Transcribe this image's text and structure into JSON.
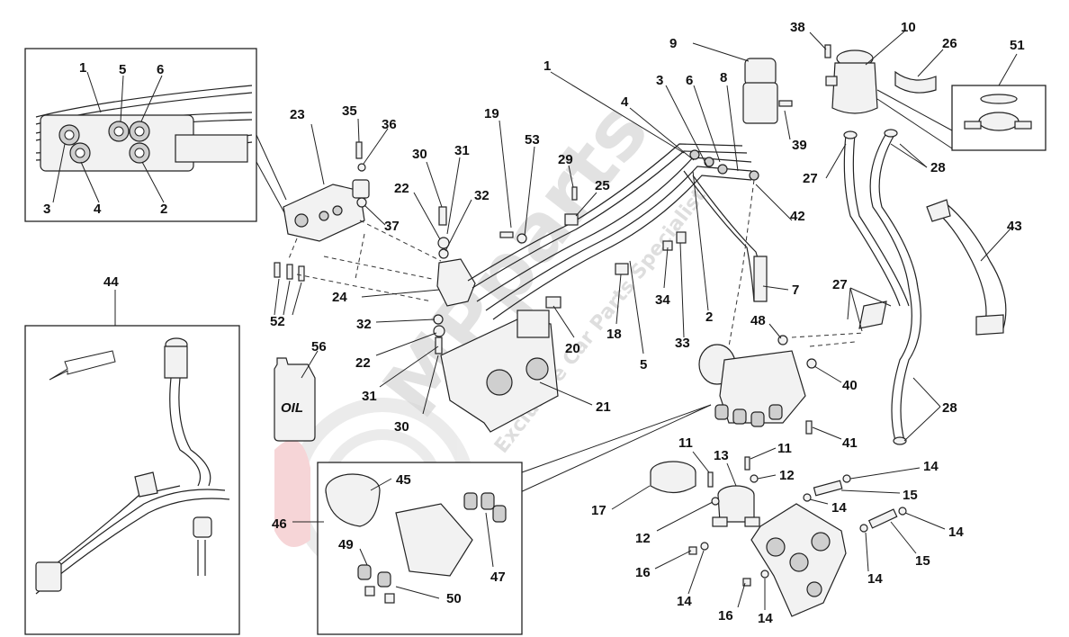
{
  "diagram": {
    "callouts": [
      {
        "id": "c1a",
        "text": "1"
      },
      {
        "id": "c5a",
        "text": "5"
      },
      {
        "id": "c6a",
        "text": "6"
      },
      {
        "id": "c3a",
        "text": "3"
      },
      {
        "id": "c4a",
        "text": "4"
      },
      {
        "id": "c2a",
        "text": "2"
      },
      {
        "id": "c23",
        "text": "23"
      },
      {
        "id": "c35",
        "text": "35"
      },
      {
        "id": "c36",
        "text": "36"
      },
      {
        "id": "c37",
        "text": "37"
      },
      {
        "id": "c30a",
        "text": "30"
      },
      {
        "id": "c31a",
        "text": "31"
      },
      {
        "id": "c22a",
        "text": "22"
      },
      {
        "id": "c32a",
        "text": "32"
      },
      {
        "id": "c19",
        "text": "19"
      },
      {
        "id": "c53",
        "text": "53"
      },
      {
        "id": "c29",
        "text": "29"
      },
      {
        "id": "c25",
        "text": "25"
      },
      {
        "id": "c1b",
        "text": "1"
      },
      {
        "id": "c4b",
        "text": "4"
      },
      {
        "id": "c3b",
        "text": "3"
      },
      {
        "id": "c6b",
        "text": "6"
      },
      {
        "id": "c8",
        "text": "8"
      },
      {
        "id": "c9",
        "text": "9"
      },
      {
        "id": "c38",
        "text": "38"
      },
      {
        "id": "c10",
        "text": "10"
      },
      {
        "id": "c26",
        "text": "26"
      },
      {
        "id": "c51",
        "text": "51"
      },
      {
        "id": "c39",
        "text": "39"
      },
      {
        "id": "c42",
        "text": "42"
      },
      {
        "id": "c27a",
        "text": "27"
      },
      {
        "id": "c28a",
        "text": "28"
      },
      {
        "id": "c43",
        "text": "43"
      },
      {
        "id": "c7",
        "text": "7"
      },
      {
        "id": "c24",
        "text": "24"
      },
      {
        "id": "c52",
        "text": "52"
      },
      {
        "id": "c32b",
        "text": "32"
      },
      {
        "id": "c22b",
        "text": "22"
      },
      {
        "id": "c31b",
        "text": "31"
      },
      {
        "id": "c30b",
        "text": "30"
      },
      {
        "id": "c56",
        "text": "56"
      },
      {
        "id": "c44",
        "text": "44"
      },
      {
        "id": "c34",
        "text": "34"
      },
      {
        "id": "c2b",
        "text": "2"
      },
      {
        "id": "c20",
        "text": "20"
      },
      {
        "id": "c18",
        "text": "18"
      },
      {
        "id": "c33",
        "text": "33"
      },
      {
        "id": "c5b",
        "text": "5"
      },
      {
        "id": "c21",
        "text": "21"
      },
      {
        "id": "c48",
        "text": "48"
      },
      {
        "id": "c27b",
        "text": "27"
      },
      {
        "id": "c40",
        "text": "40"
      },
      {
        "id": "c41",
        "text": "41"
      },
      {
        "id": "c28b",
        "text": "28"
      },
      {
        "id": "c45",
        "text": "45"
      },
      {
        "id": "c46",
        "text": "46"
      },
      {
        "id": "c49",
        "text": "49"
      },
      {
        "id": "c47",
        "text": "47"
      },
      {
        "id": "c50",
        "text": "50"
      },
      {
        "id": "c11a",
        "text": "11"
      },
      {
        "id": "c13",
        "text": "13"
      },
      {
        "id": "c11b",
        "text": "11"
      },
      {
        "id": "c12a",
        "text": "12"
      },
      {
        "id": "c17",
        "text": "17"
      },
      {
        "id": "c12b",
        "text": "12"
      },
      {
        "id": "c14a",
        "text": "14"
      },
      {
        "id": "c15a",
        "text": "15"
      },
      {
        "id": "c14b",
        "text": "14"
      },
      {
        "id": "c14c",
        "text": "14"
      },
      {
        "id": "c15b",
        "text": "15"
      },
      {
        "id": "c16a",
        "text": "16"
      },
      {
        "id": "c14d",
        "text": "14"
      },
      {
        "id": "c14e",
        "text": "14"
      },
      {
        "id": "c16b",
        "text": "16"
      },
      {
        "id": "c14f",
        "text": "14"
      }
    ],
    "oil_can_label": "OIL",
    "watermark": {
      "brand": "MPparts",
      "tagline": "Exclusive Car Parts Specialist"
    }
  }
}
